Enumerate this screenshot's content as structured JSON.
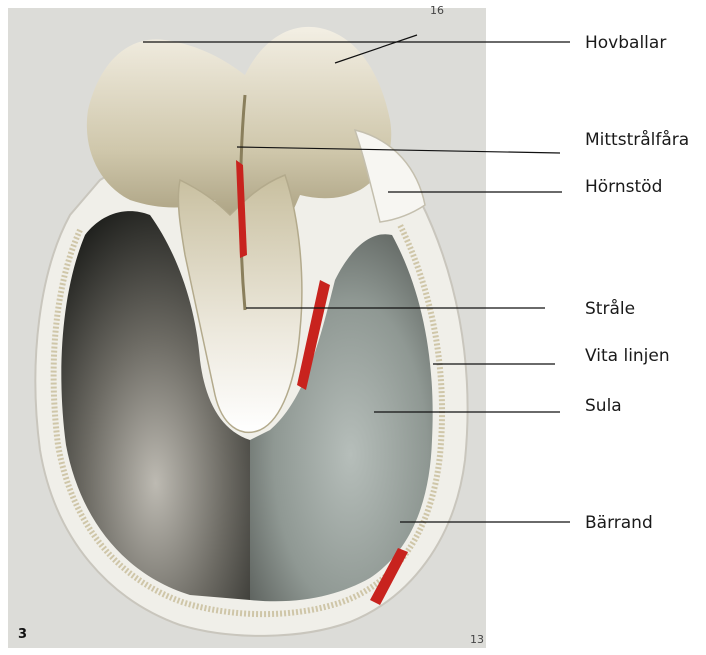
{
  "figure": {
    "plate_number": "3",
    "top_page_mark": "16",
    "bottom_page_mark": "13"
  },
  "labels": [
    {
      "id": "hovballar",
      "text": "Hovballar"
    },
    {
      "id": "mittstralfara",
      "text": "Mittstrålfåra"
    },
    {
      "id": "hornstod",
      "text": "Hörnstöd"
    },
    {
      "id": "strale",
      "text": "Stråle"
    },
    {
      "id": "vita-linjen",
      "text": "Vita linjen"
    },
    {
      "id": "sula",
      "text": "Sula"
    },
    {
      "id": "barrand",
      "text": "Bärrand"
    }
  ],
  "colors": {
    "background": "#ffffff",
    "plate_background": "#dcdcd8",
    "hoof_wall": "#f0efe9",
    "sole_dark": "#4a4e4a",
    "sole_light": "#a9b1ad",
    "frog": "#e9e6dc",
    "heel_bulbs": "#d8d2bd",
    "accent_red": "#c8231e"
  }
}
